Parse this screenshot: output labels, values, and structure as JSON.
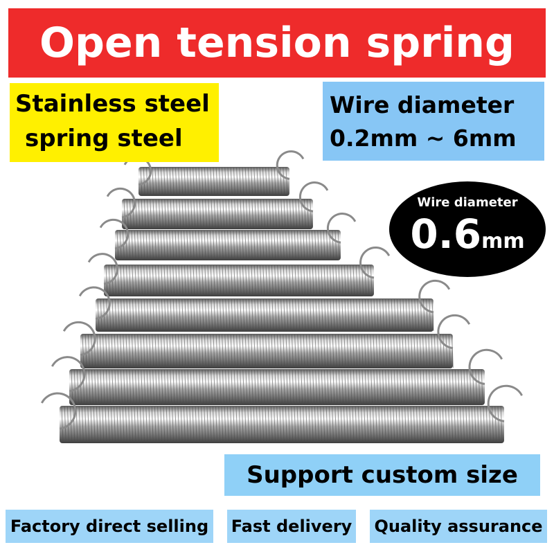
{
  "title": "Open tension spring",
  "material": {
    "line1": "Stainless steel",
    "line2": "spring steel"
  },
  "wire_range": {
    "line1": "Wire diameter",
    "line2": "0.2mm ~ 6mm"
  },
  "badge": {
    "label": "Wire diameter",
    "value": "0.6",
    "unit": "mm"
  },
  "custom": "Support custom size",
  "features": [
    "Factory direct selling",
    "Fast delivery",
    "Quality assurance"
  ],
  "colors": {
    "banner": "#ee2b2b",
    "material_bg": "#fff000",
    "info_bg": "#87c6f5",
    "badge_bg": "#000000"
  },
  "product_image": "stainless steel extension springs with open hooks, stacked by length"
}
